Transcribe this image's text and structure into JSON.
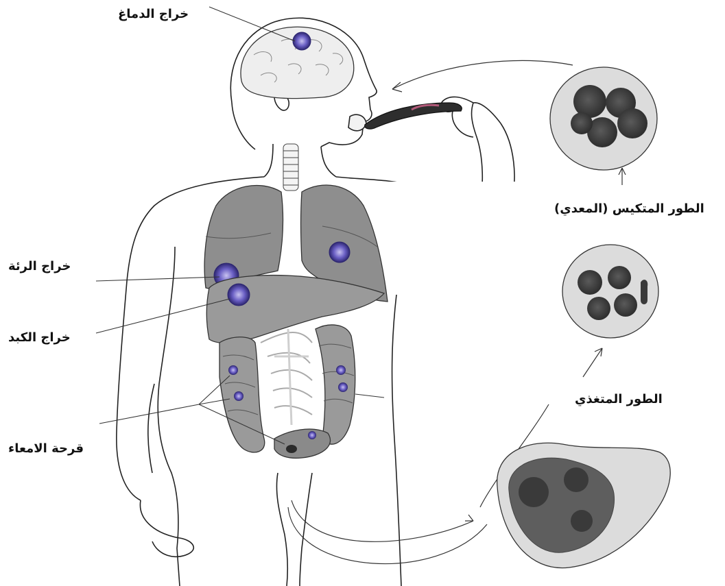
{
  "labels": {
    "brain_abscess": "خراج الدماغ",
    "lung_abscess": "خراج الرئة",
    "liver_abscess": "خراج الكبد",
    "intestinal_ulcer": "قرحة الامعاء",
    "cyst_stage": "الطور المتكيس (المعدي)",
    "trophozoite_stage": "الطور المتغذي"
  },
  "colors": {
    "outline": "#222222",
    "organ_fill": "#8e8e8e",
    "organ_dark": "#6a6a6a",
    "abscess": "#5a4fb0",
    "cyst_fill": "#dcdcdc",
    "nucleus": "#3f3f3f"
  }
}
